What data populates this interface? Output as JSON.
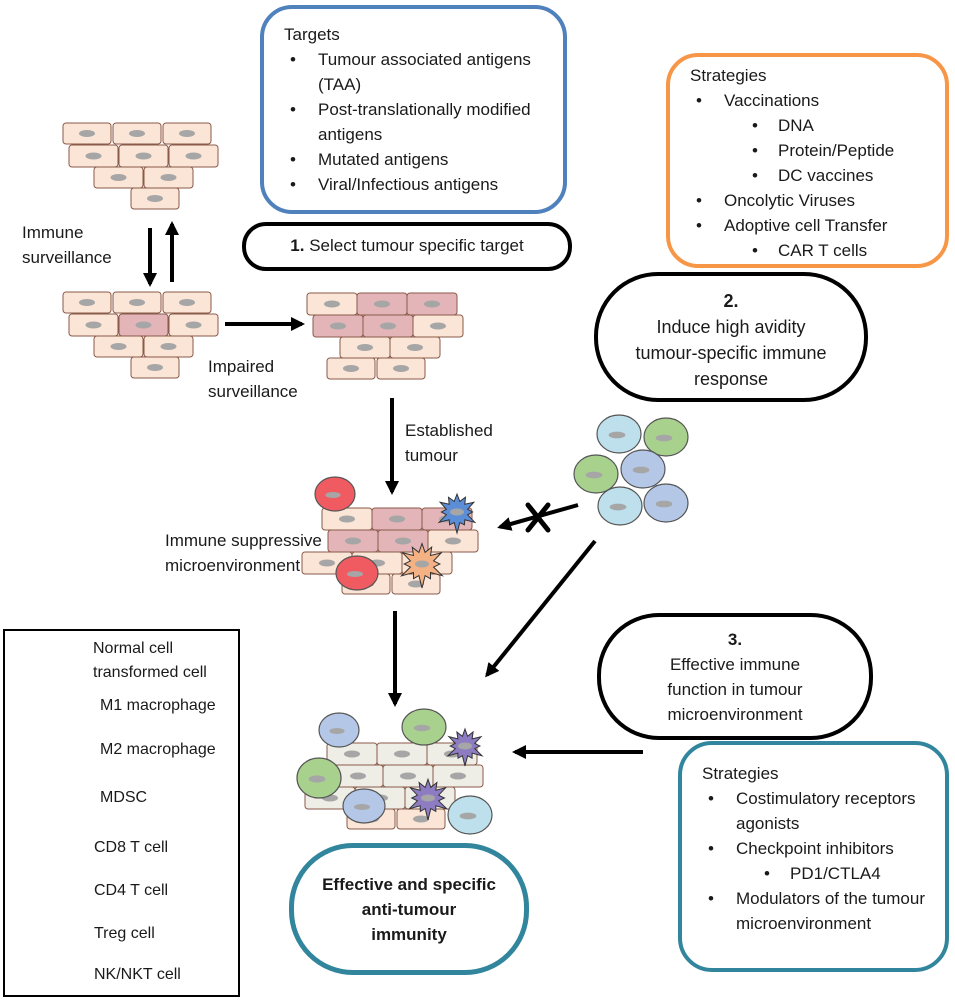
{
  "targets": {
    "title": "Targets",
    "items": [
      "Tumour associated antigens (TAA)",
      "Post-translationally modified antigens",
      "Mutated antigens",
      "Viral/Infectious antigens"
    ]
  },
  "step1": {
    "num": "1.",
    "text": "Select tumour specific target"
  },
  "strategies_top": {
    "title": "Strategies",
    "items": [
      {
        "text": "Vaccinations",
        "level": 0
      },
      {
        "text": "DNA",
        "level": 1
      },
      {
        "text": "Protein/Peptide",
        "level": 1
      },
      {
        "text": "DC vaccines",
        "level": 1
      },
      {
        "text": "Oncolytic Viruses",
        "level": 0
      },
      {
        "text": "Adoptive cell Transfer",
        "level": 0
      },
      {
        "text": "CAR T cells",
        "level": 1
      }
    ]
  },
  "step2": {
    "num": "2.",
    "text": "Induce high avidity tumour-specific immune response"
  },
  "step3": {
    "num": "3.",
    "text": "Effective immune function in tumour microenvironment"
  },
  "strategies_bottom": {
    "title": "Strategies",
    "items": [
      {
        "text": "Costimulatory receptors agonists",
        "level": 0
      },
      {
        "text": "Checkpoint inhibitors",
        "level": 0
      },
      {
        "text": "PD1/CTLA4",
        "level": 1
      },
      {
        "text": "Modulators of the tumour microenvironment",
        "level": 0
      }
    ]
  },
  "labels": {
    "immune_surveillance": "Immune surveillance",
    "impaired_surveillance": "Impaired surveillance",
    "established_tumour": "Established tumour",
    "immune_suppressive": "Immune suppressive microenvironment",
    "outcome": "Effective and specific anti-tumour immunity"
  },
  "legend": [
    {
      "label": "Normal cell",
      "icon": "normal-cell"
    },
    {
      "label": "transformed cell",
      "icon": "transformed-cell"
    },
    {
      "label": "M1 macrophage",
      "icon": "m1-macrophage"
    },
    {
      "label": "M2 macrophage",
      "icon": "m2-macrophage"
    },
    {
      "label": "MDSC",
      "icon": "mdsc"
    },
    {
      "label": "CD8 T cell",
      "icon": "cd8-t-cell"
    },
    {
      "label": "CD4 T cell",
      "icon": "cd4-t-cell"
    },
    {
      "label": "Treg cell",
      "icon": "treg-cell"
    },
    {
      "label": "NK/NKT cell",
      "icon": "nk-nkt-cell"
    }
  ],
  "colors": {
    "normal_fill": "#fbe5d6",
    "normal_stroke": "#8a5a4a",
    "transformed_fill": "#e3b5b8",
    "nucleus": "#a6a6a6",
    "m1": "#8e7cc3",
    "m2": "#5b8ed6",
    "mdsc": "#f4b183",
    "cd8": "#b4c7e7",
    "cd4": "#a9d18e",
    "treg": "#f05b62",
    "nk": "#bde0ec",
    "blue_border": "#4f81bd",
    "orange_border": "#f79646",
    "teal_border": "#31859c",
    "effective_cell": "#eeeee6"
  }
}
